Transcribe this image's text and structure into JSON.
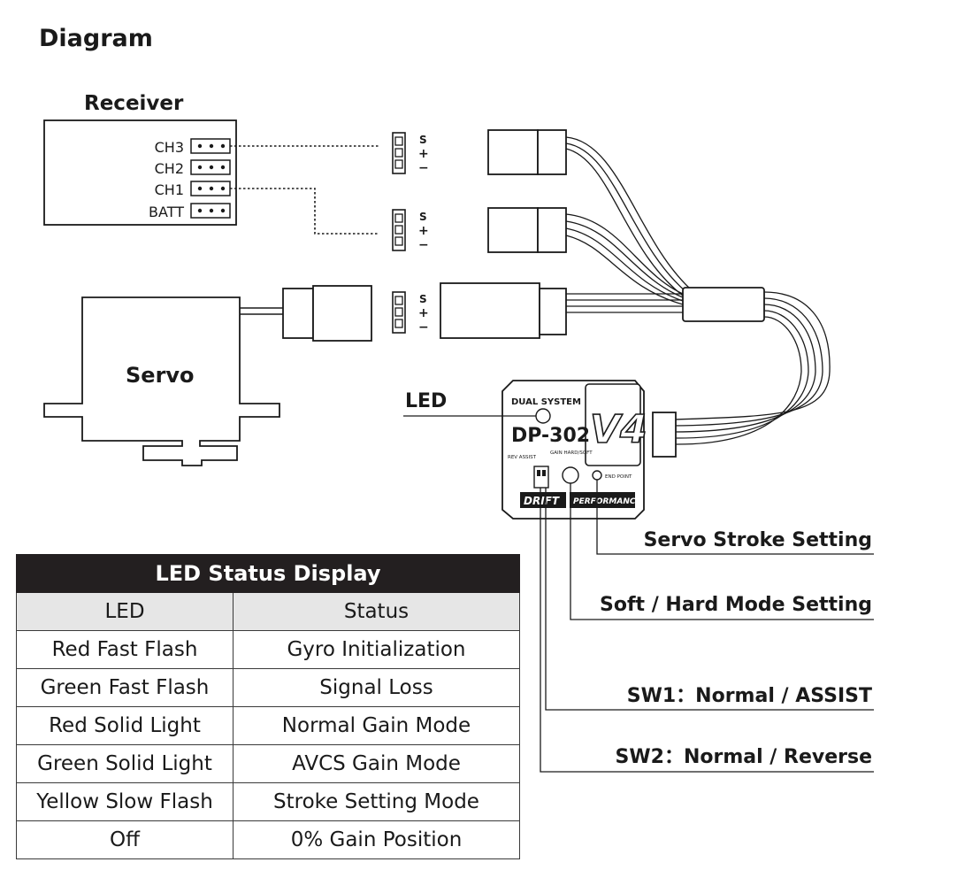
{
  "heading": "Diagram",
  "receiver": {
    "title": "Receiver",
    "channels": [
      "CH3",
      "CH2",
      "CH1",
      "BATT"
    ]
  },
  "servo": {
    "title": "Servo"
  },
  "plug_pins": {
    "s": "S",
    "plus": "+",
    "minus": "−"
  },
  "gyro": {
    "brand": "DUAL SYSTEM",
    "model": "DP-302",
    "version": "V4",
    "sw_label": "REV ASSIST",
    "gain_label": "GAIN HARD/SOFT",
    "end_point_label": "END POINT",
    "footer_left": "DRIFT",
    "footer_right": "PERFORMANCE"
  },
  "callouts": {
    "led": "LED",
    "servo_stroke": "Servo Stroke Setting",
    "soft_hard": "Soft / Hard Mode Setting",
    "sw1": "SW1：Normal / ASSIST",
    "sw2": "SW2：Normal / Reverse"
  },
  "led_table": {
    "title": "LED Status Display",
    "headers": [
      "LED",
      "Status"
    ],
    "rows": [
      [
        "Red Fast Flash",
        "Gyro Initialization"
      ],
      [
        "Green Fast Flash",
        "Signal Loss"
      ],
      [
        "Red Solid Light",
        "Normal Gain Mode"
      ],
      [
        "Green Solid Light",
        "AVCS Gain Mode"
      ],
      [
        "Yellow Slow Flash",
        "Stroke Setting Mode"
      ],
      [
        "Off",
        "0% Gain Position"
      ]
    ]
  }
}
